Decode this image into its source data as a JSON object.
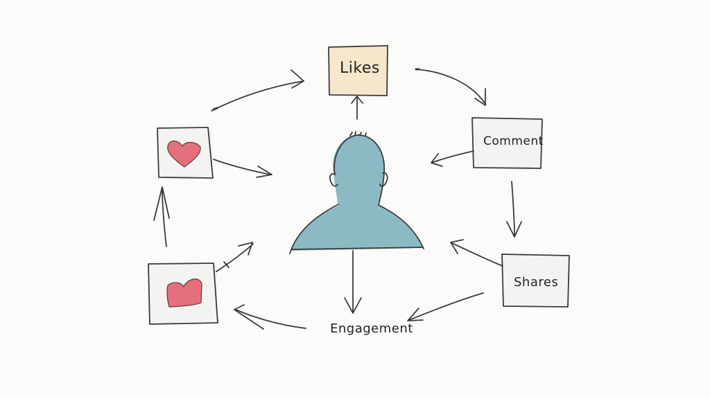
{
  "nodes": {
    "likes": {
      "label": "Likes"
    },
    "comment": {
      "label": "Comment"
    },
    "shares": {
      "label": "Shares"
    },
    "engagement": {
      "label": "Engagement"
    }
  },
  "colors": {
    "ink": "#3a3a3a",
    "likes_fill": "#f6e6cc",
    "box_fill": "#f3f3f1",
    "person_fill": "#7eb3bf",
    "heart_fill": "#e5707c"
  },
  "icons": [
    "person-icon",
    "heart-icon",
    "heart-icon"
  ]
}
